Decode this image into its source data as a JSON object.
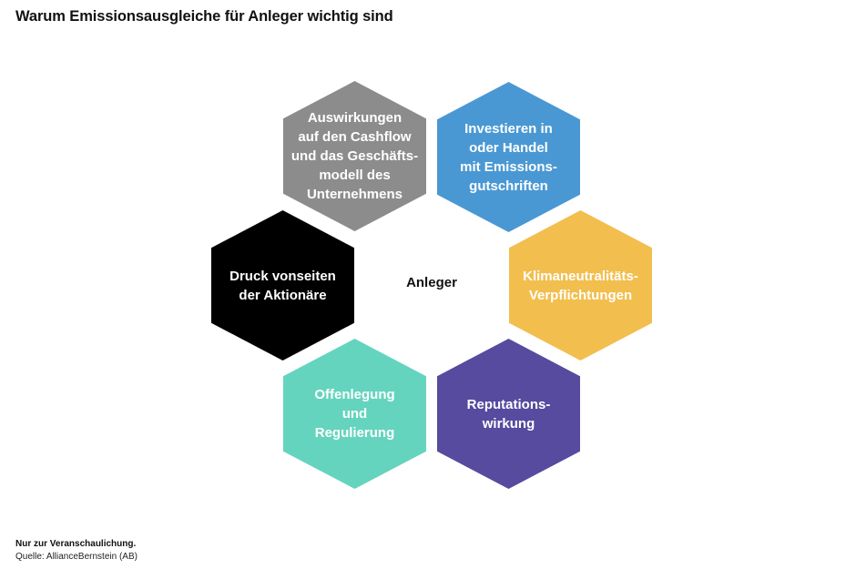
{
  "title": "Warum Emissionsausgleiche für Anleger wichtig sind",
  "center": {
    "label": "Anleger"
  },
  "hexagons": [
    {
      "id": "cashflow",
      "label": "Auswirkungen\nauf den Cashflow\nund das Geschäfts-\nmodell des\nUnternehmens",
      "color": "#8C8C8C",
      "position": "top-left"
    },
    {
      "id": "investing",
      "label": "Investieren in\noder Handel\nmit Emissions-\ngutschriften",
      "color": "#4A98D3",
      "position": "top-right"
    },
    {
      "id": "shareholders",
      "label": "Druck vonseiten\nder Aktionäre",
      "color": "#000000",
      "position": "middle-left"
    },
    {
      "id": "climate",
      "label": "Klimaneutralitäts-\nVerpflichtungen",
      "color": "#F2BE4E",
      "position": "middle-right"
    },
    {
      "id": "disclosure",
      "label": "Offenlegung\nund\nRegulierung",
      "color": "#65D4BE",
      "position": "bottom-left"
    },
    {
      "id": "reputation",
      "label": "Reputations-\nwirkung",
      "color": "#564B9E",
      "position": "bottom-right"
    }
  ],
  "footer": {
    "note": "Nur zur Veranschaulichung.",
    "source": "Quelle: AllianceBernstein (AB)"
  }
}
